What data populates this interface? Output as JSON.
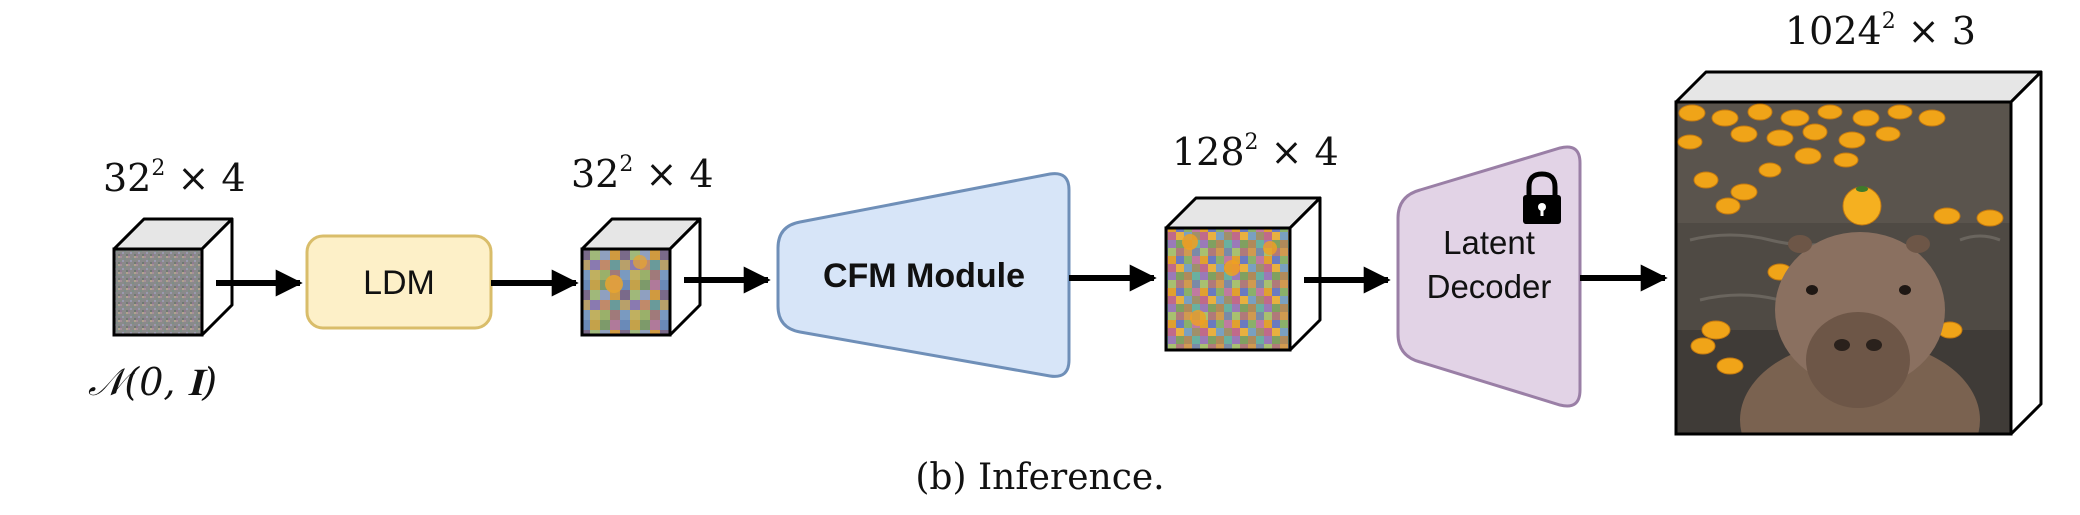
{
  "inputs": {
    "noise_dim": {
      "base": "32",
      "exp": "2",
      "rest": " × 4"
    },
    "noise_dist": "𝒩(0, 𝐈)"
  },
  "ldm": {
    "label": "LDM"
  },
  "ldm_output": {
    "dim": {
      "base": "32",
      "exp": "2",
      "rest": " × 4"
    }
  },
  "cfm": {
    "label": "CFM Module"
  },
  "cfm_output": {
    "dim": {
      "base": "128",
      "exp": "2",
      "rest": " × 4"
    }
  },
  "decoder": {
    "line1": "Latent",
    "line2": "Decoder",
    "icon": "lock-icon"
  },
  "final_output": {
    "dim": {
      "base": "1024",
      "exp": "2",
      "rest": " × 3"
    }
  },
  "caption": "(b) Inference.",
  "colors": {
    "ldm_fill": "#fdf0c8",
    "ldm_stroke": "#d9bd6a",
    "cfm_fill": "#d7e5f8",
    "cfm_stroke": "#6f8fb8",
    "decoder_fill": "#e2d3e6",
    "decoder_stroke": "#9a7fa6"
  }
}
